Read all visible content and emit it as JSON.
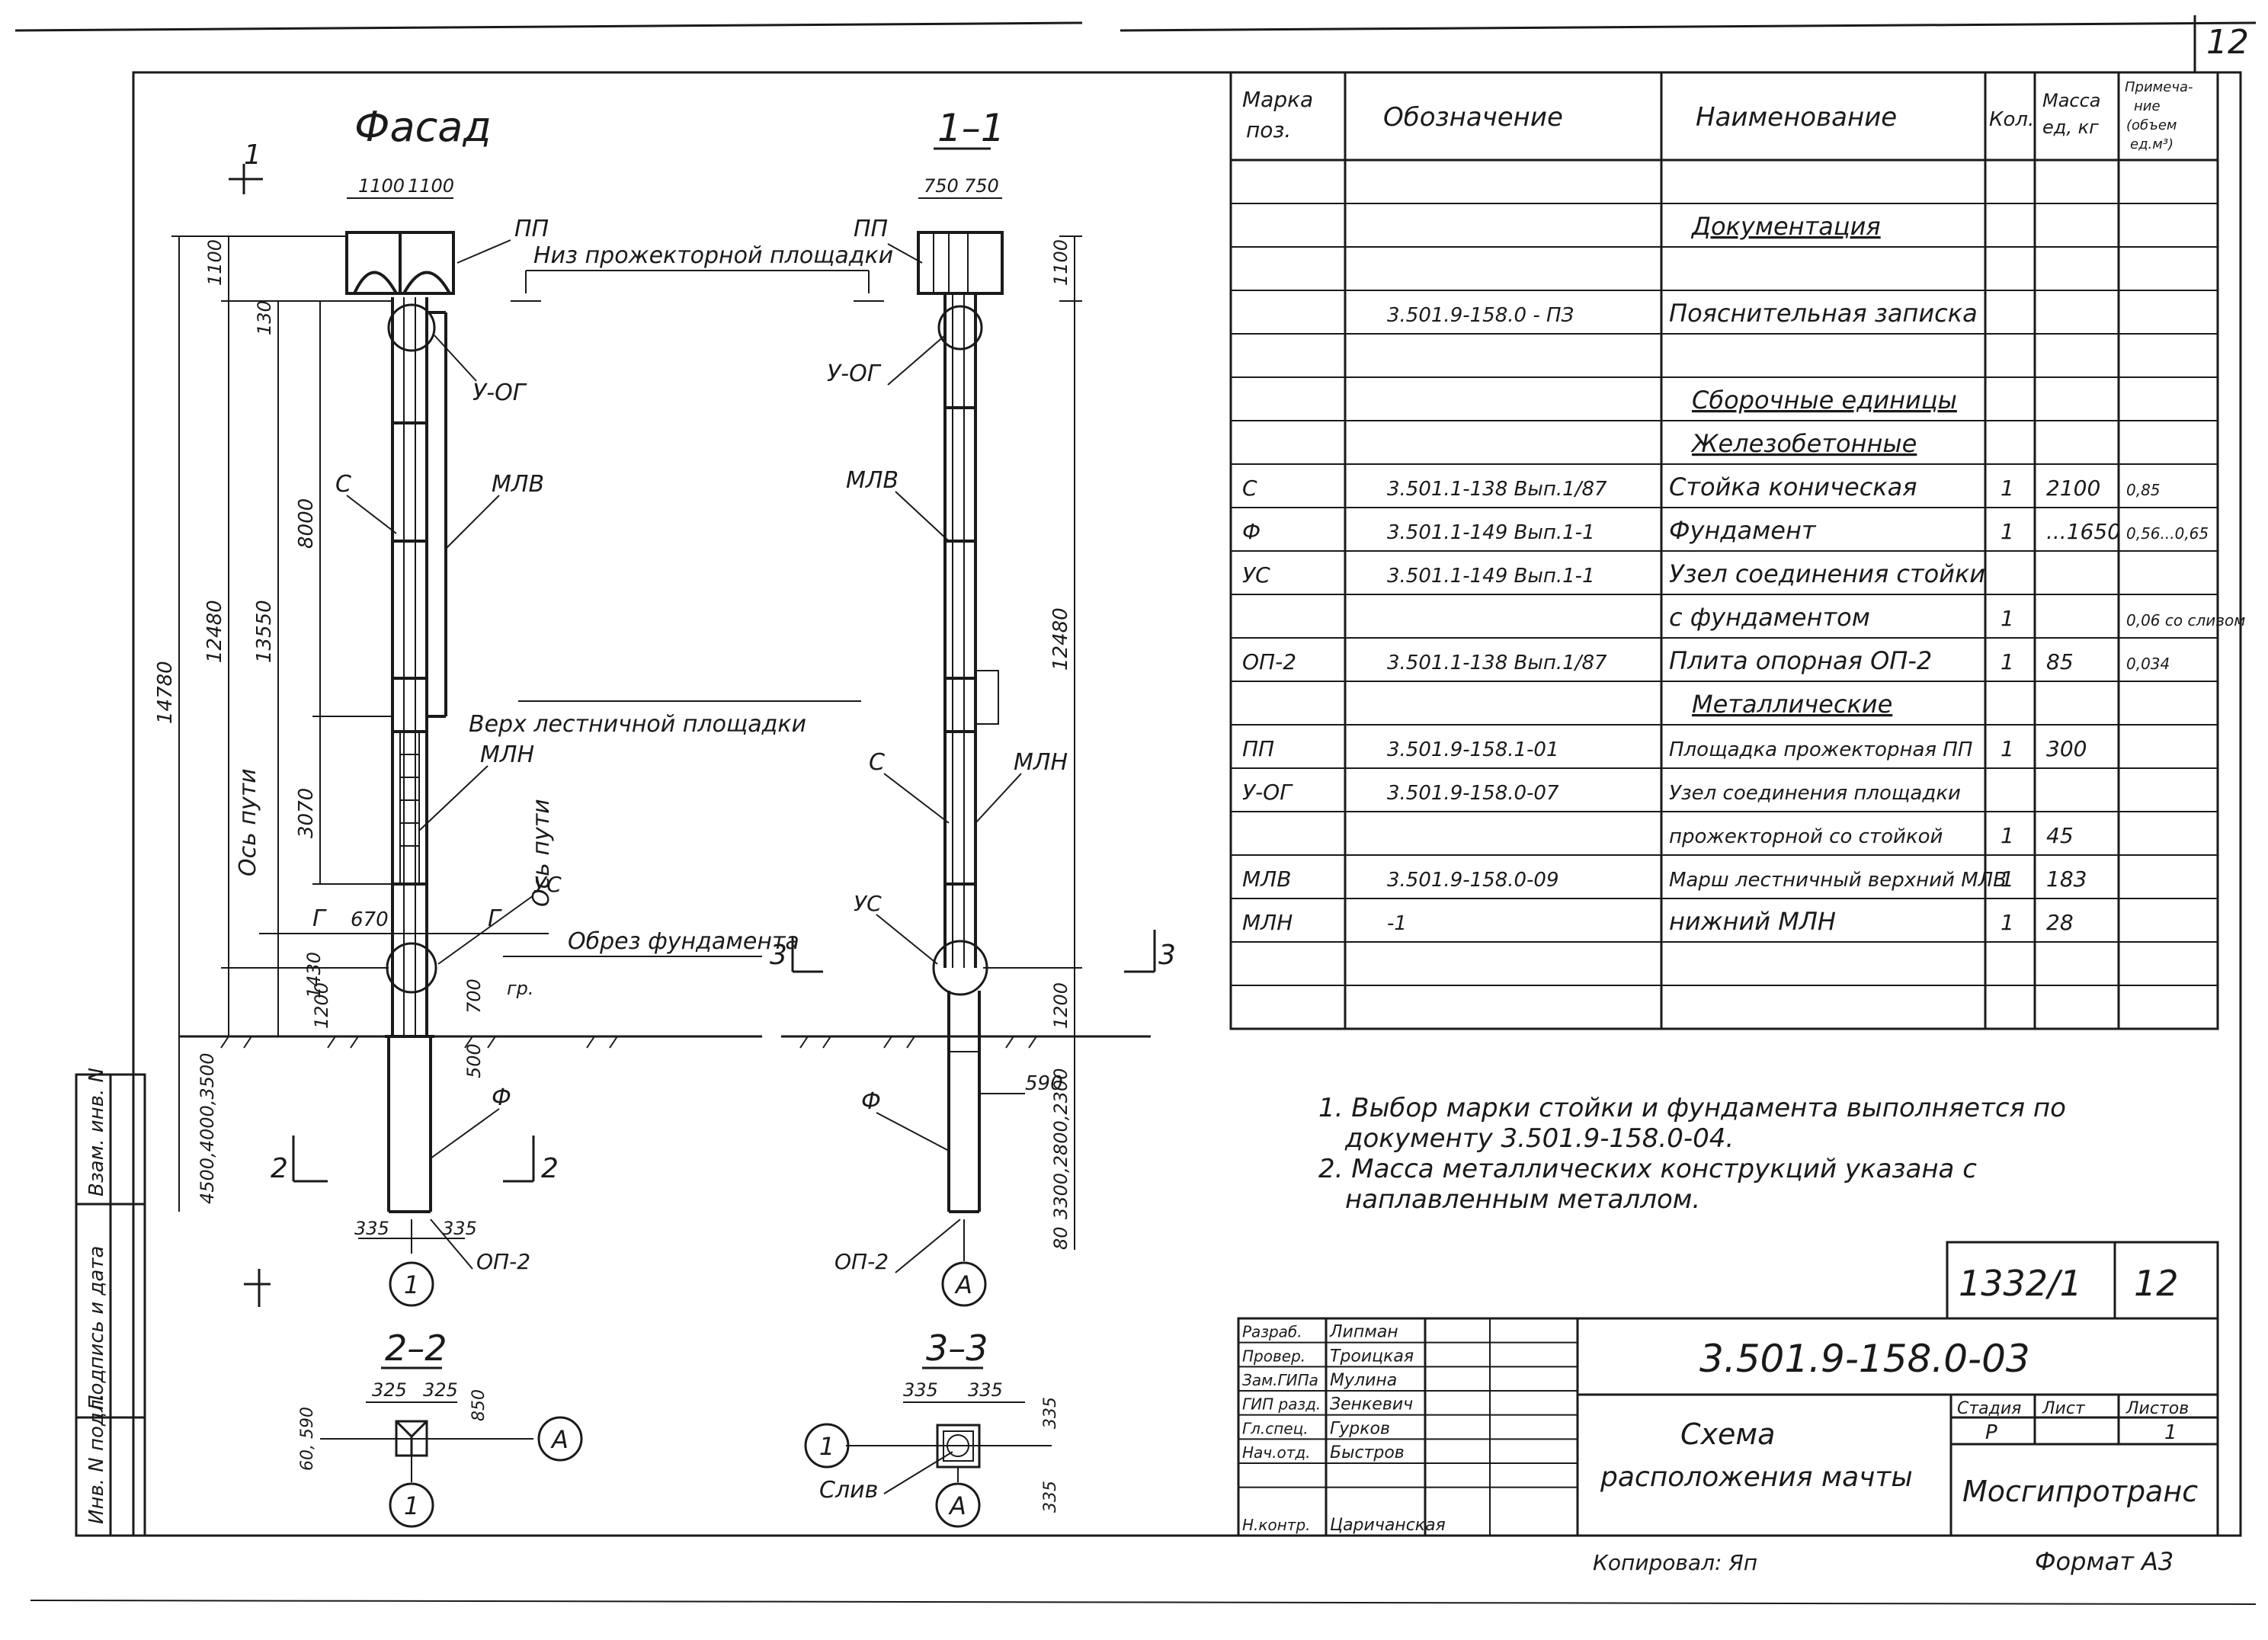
{
  "page_number": "12",
  "facade": {
    "title": "Фасад",
    "section_mark": "1",
    "dims_top": [
      "1100",
      "1100"
    ],
    "dim_1100": "1100",
    "dim_130": "130",
    "dim_8000": "8000",
    "dim_12480": "12480",
    "dim_13550": "13550",
    "dim_14780": "14780",
    "dim_3070": "3070",
    "dim_670": "670",
    "dim_1430": "1430",
    "dim_1200": "1200",
    "dim_700": "700",
    "dim_500": "500",
    "dim_depth": "4500,4000,3500",
    "dims_bottom": [
      "335",
      "335"
    ],
    "label_pp": "ПП",
    "label_uog": "У-ОГ",
    "label_c": "С",
    "label_mlv": "МЛВ",
    "label_mln": "МЛН",
    "label_us": "УС",
    "label_f": "Ф",
    "label_op2": "ОП-2",
    "label_gp": "гр.",
    "label_g1": "Г",
    "label_g2": "Г",
    "axis_left": "Ось пути",
    "axis_right": "Ось пути",
    "note_low_platform": "Низ прожекторной площадки",
    "note_stair_platform": "Верх лестничной площадки",
    "note_foundation": "Обрез фундамента",
    "axis_bubble": "1",
    "section2_mark": "2",
    "section3_mark": "3"
  },
  "section11": {
    "title": "1–1",
    "dims_top": [
      "750",
      "750"
    ],
    "dim_1100": "1100",
    "dim_12480": "12480",
    "dim_1200": "1200",
    "dim_590": "590",
    "dim_depth": "3300,2800,2300",
    "dim_80": "80",
    "label_pp": "ПП",
    "label_uog": "У-ОГ",
    "label_mlv": "МЛВ",
    "label_c": "С",
    "label_mln": "МЛН",
    "label_us": "УС",
    "label_f": "Ф",
    "label_op2": "ОП-2",
    "axis_bubble": "А",
    "section3_mark": "3"
  },
  "section22": {
    "title": "2–2",
    "dims": [
      "325",
      "325"
    ],
    "dim_850": "850",
    "dim_590": "60, 590",
    "bubble_axis": "А",
    "bubble_num": "1"
  },
  "section33": {
    "title": "3–3",
    "dims": [
      "335",
      "335"
    ],
    "dim_side": "335",
    "dim_side2": "335",
    "bubble_axis": "А",
    "bubble_num": "1",
    "label_drain": "Слив"
  },
  "spec_table": {
    "headers": [
      "Марка поз.",
      "Обозначение",
      "Наименование",
      "Кол.",
      "Масса ед, кг",
      "Примеча-ние (объем ед.м³)"
    ],
    "rows": [
      [
        "",
        "",
        "",
        "",
        "",
        ""
      ],
      [
        "",
        "",
        "Документация",
        "",
        "",
        ""
      ],
      [
        "",
        "",
        "",
        "",
        "",
        ""
      ],
      [
        "",
        "3.501.9-158.0 - ПЗ",
        "Пояснительная записка",
        "",
        "",
        ""
      ],
      [
        "",
        "",
        "",
        "",
        "",
        ""
      ],
      [
        "",
        "",
        "Сборочные единицы",
        "",
        "",
        ""
      ],
      [
        "",
        "",
        "Железобетонные",
        "",
        "",
        ""
      ],
      [
        "С",
        "3.501.1-138 Вып.1/87",
        "Стойка коническая",
        "1",
        "2100",
        "0,85"
      ],
      [
        "Ф",
        "3.501.1-149 Вып.1-1",
        "Фундамент",
        "1",
        "...1650",
        "0,56...0,65"
      ],
      [
        "УС",
        "3.501.1-149 Вып.1-1",
        "Узел соединения стойки",
        "",
        "",
        ""
      ],
      [
        "",
        "",
        "с фундаментом",
        "1",
        "",
        "0,06 со сливом"
      ],
      [
        "ОП-2",
        "3.501.1-138 Вып.1/87",
        "Плита опорная ОП-2",
        "1",
        "85",
        "0,034"
      ],
      [
        "",
        "",
        "Металлические",
        "",
        "",
        ""
      ],
      [
        "ПП",
        "3.501.9-158.1-01",
        "Площадка прожекторная ПП",
        "1",
        "300",
        ""
      ],
      [
        "У-ОГ",
        "3.501.9-158.0-07",
        "Узел соединения площадки",
        "",
        "",
        ""
      ],
      [
        "",
        "",
        "прожекторной со стойкой",
        "1",
        "45",
        ""
      ],
      [
        "МЛВ",
        "3.501.9-158.0-09",
        "Марш лестничный верхний МЛВ",
        "1",
        "183",
        ""
      ],
      [
        "МЛН",
        "-1",
        "нижний МЛН",
        "1",
        "28",
        ""
      ],
      [
        "",
        "",
        "",
        "",
        "",
        ""
      ],
      [
        "",
        "",
        "",
        "",
        "",
        ""
      ]
    ]
  },
  "notes": [
    "1. Выбор марки стойки и фундамента выполняется по",
    "документу 3.501.9-158.0-04.",
    "2. Масса металлических конструкций указана с",
    "наплавленным металлом."
  ],
  "stamp_small": {
    "code": "1332/1",
    "sheet": "12"
  },
  "title_block": {
    "doc_code": "3.501.9-158.0-03",
    "title_line1": "Схема",
    "title_line2": "расположения мачты",
    "org": "Мосгипротранс",
    "stage_header": "Стадия",
    "sheet_header": "Лист",
    "sheets_header": "Листов",
    "stage": "Р",
    "sheet": "",
    "sheets": "1",
    "people": [
      {
        "role": "Разраб.",
        "name": "Липман"
      },
      {
        "role": "Провер.",
        "name": "Троицкая"
      },
      {
        "role": "Зам.ГИПа",
        "name": "Мулина"
      },
      {
        "role": "ГИП разд.",
        "name": "Зенкевич"
      },
      {
        "role": "Гл.спец.",
        "name": "Гурков"
      },
      {
        "role": "Нач.отд.",
        "name": "Быстров"
      },
      {
        "role": "Н.контр.",
        "name": "Царичанская"
      }
    ]
  },
  "side_stamp": [
    "Инв. N подл.",
    "Подпись и дата",
    "Взам. инв. N"
  ],
  "copied_by": "Копировал: Яп",
  "format": "Формат А3"
}
